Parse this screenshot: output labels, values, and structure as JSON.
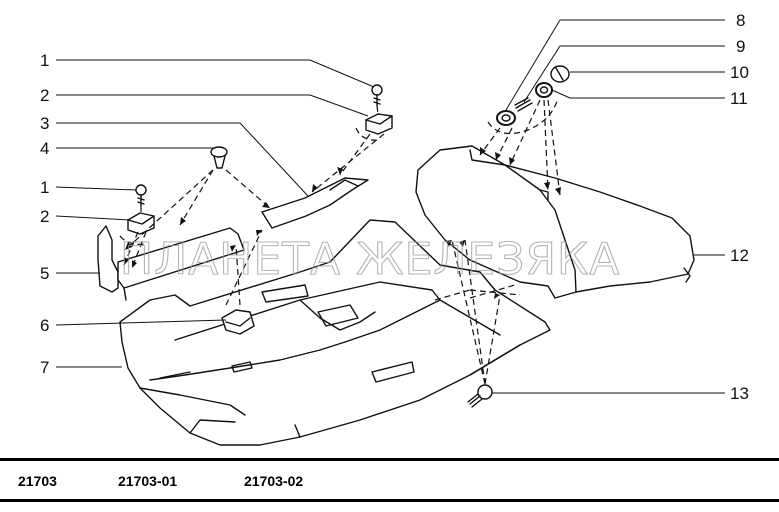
{
  "callouts": [
    "1",
    "2",
    "3",
    "4",
    "1",
    "2",
    "5",
    "6",
    "7",
    "8",
    "9",
    "10",
    "11",
    "12",
    "13"
  ],
  "watermark": "ПЛАНЕТА ЖЕЛЕЗЯКА",
  "variants": [
    "21703",
    "21703-01",
    "21703-02"
  ]
}
